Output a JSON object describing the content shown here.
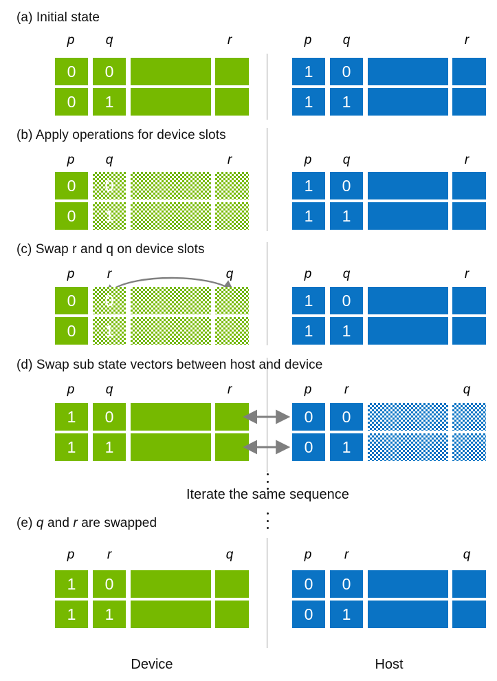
{
  "figure": {
    "colors": {
      "device_green": "#76b900",
      "host_blue": "#0a73c4",
      "arrow_gray": "#808080",
      "divider_gray": "#9a9a9a",
      "text_black": "#111111"
    },
    "iterate_note": "Iterate the same sequence",
    "foot_left": "Device",
    "foot_right": "Host"
  },
  "panels": [
    {
      "id": "a",
      "caption_prefix": "(a)",
      "caption_text": "Initial state",
      "device": {
        "headers": [
          "p",
          "q",
          "r"
        ],
        "rows": [
          [
            "0",
            "0"
          ],
          [
            "0",
            "1"
          ]
        ],
        "hatched_columns": []
      },
      "host": {
        "headers": [
          "p",
          "q",
          "r"
        ],
        "rows": [
          [
            "1",
            "0"
          ],
          [
            "1",
            "1"
          ]
        ],
        "hatched_columns": []
      }
    },
    {
      "id": "b",
      "caption_prefix": "(b)",
      "caption_text": "Apply operations for device slots",
      "device": {
        "headers": [
          "p",
          "q",
          "r"
        ],
        "rows": [
          [
            "0",
            "0"
          ],
          [
            "0",
            "1"
          ]
        ],
        "hatched_columns": [
          1,
          2,
          3
        ]
      },
      "host": {
        "headers": [
          "p",
          "q",
          "r"
        ],
        "rows": [
          [
            "1",
            "0"
          ],
          [
            "1",
            "1"
          ]
        ],
        "hatched_columns": []
      }
    },
    {
      "id": "c",
      "caption_prefix": "(c)",
      "caption_text": "Swap r and q on device slots",
      "device": {
        "headers": [
          "p",
          "r",
          "q"
        ],
        "rows": [
          [
            "0",
            "0"
          ],
          [
            "0",
            "1"
          ]
        ],
        "hatched_columns": [
          1,
          2,
          3
        ]
      },
      "host": {
        "headers": [
          "p",
          "q",
          "r"
        ],
        "rows": [
          [
            "1",
            "0"
          ],
          [
            "1",
            "1"
          ]
        ],
        "hatched_columns": []
      },
      "swap_arrow": {
        "from_label": "r",
        "to_label": "q",
        "style": "curved-double-headed"
      }
    },
    {
      "id": "d",
      "caption_prefix": "(d)",
      "caption_text": "Swap sub state vectors between host and device",
      "device": {
        "headers": [
          "p",
          "q",
          "r"
        ],
        "rows": [
          [
            "1",
            "0"
          ],
          [
            "1",
            "1"
          ]
        ],
        "hatched_columns": []
      },
      "host": {
        "headers": [
          "p",
          "r",
          "q"
        ],
        "rows": [
          [
            "0",
            "0"
          ],
          [
            "0",
            "1"
          ]
        ],
        "hatched_columns": [
          2,
          3
        ]
      },
      "exchange_arrows": 2
    },
    {
      "id": "e",
      "caption_prefix": "(e)",
      "caption_italic_1": "q",
      "caption_mid": "and",
      "caption_italic_2": "r",
      "caption_tail": "are swapped",
      "device": {
        "headers": [
          "p",
          "r",
          "q"
        ],
        "rows": [
          [
            "1",
            "0"
          ],
          [
            "1",
            "1"
          ]
        ],
        "hatched_columns": []
      },
      "host": {
        "headers": [
          "p",
          "r",
          "q"
        ],
        "rows": [
          [
            "0",
            "0"
          ],
          [
            "0",
            "1"
          ]
        ],
        "hatched_columns": []
      }
    }
  ]
}
